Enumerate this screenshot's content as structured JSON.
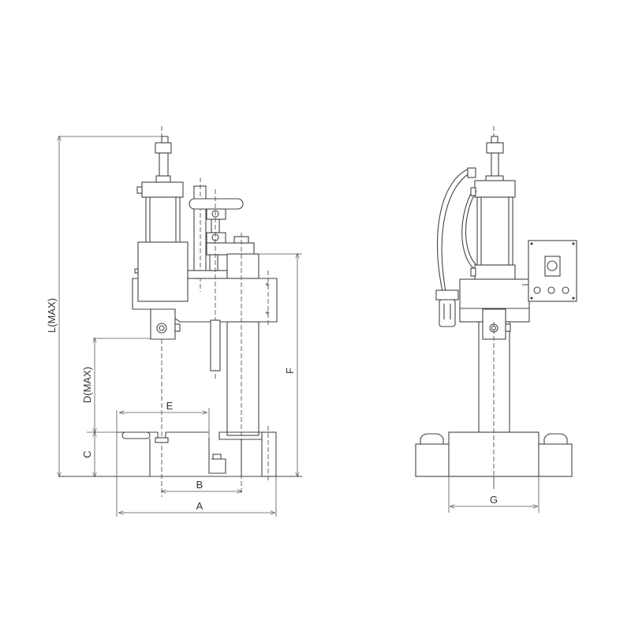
{
  "title": "Pneumatic press dimension drawing",
  "dimensions": {
    "A": "A",
    "B": "B",
    "C": "C",
    "D": "D(MAX)",
    "E": "E",
    "F": "F",
    "G": "G",
    "L": "L(MAX)"
  },
  "colors": {
    "line": "#444444",
    "background": "#ffffff"
  }
}
